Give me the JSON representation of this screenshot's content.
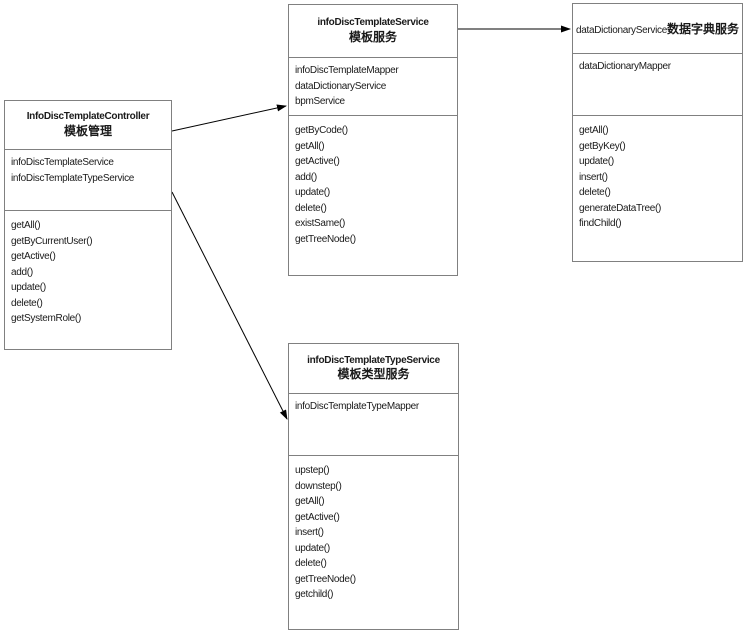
{
  "colors": {
    "background": "#ffffff",
    "box_border": "#808080",
    "arrow": "#000000",
    "text": "#1a1a1a"
  },
  "classes": [
    {
      "name": "InfoDiscTemplateController",
      "name_cn": "模板管理",
      "attributes": [
        "infoDiscTemplateService",
        "infoDiscTemplateTypeService"
      ],
      "methods": [
        "getAll()",
        "getByCurrentUser()",
        "getActive()",
        "add()",
        "update()",
        "delete()",
        "getSystemRole()"
      ]
    },
    {
      "name": "infoDiscTemplateService",
      "name_cn": "模板服务",
      "attributes": [
        "infoDiscTemplateMapper",
        "dataDictionaryService",
        "bpmService"
      ],
      "methods": [
        "getByCode()",
        "getAll()",
        "getActive()",
        "add()",
        "update()",
        "delete()",
        "existSame()",
        "getTreeNode()"
      ]
    },
    {
      "name": "dataDictionaryService",
      "name_cn": "数据字典服务",
      "attributes": [
        "dataDictionaryMapper"
      ],
      "methods": [
        "getAll()",
        "getByKey()",
        "update()",
        "insert()",
        "delete()",
        "generateDataTree()",
        "findChild()"
      ]
    },
    {
      "name": "infoDiscTemplateTypeService",
      "name_cn": "模板类型服务",
      "attributes": [
        "infoDiscTemplateTypeMapper"
      ],
      "methods": [
        "upstep()",
        "downstep()",
        "getAll()",
        "getActive()",
        "insert()",
        "update()",
        "delete()",
        "getTreeNode()",
        "getchild()"
      ]
    }
  ],
  "relations": [
    {
      "from": "InfoDiscTemplateController",
      "to": "infoDiscTemplateService"
    },
    {
      "from": "infoDiscTemplateService",
      "to": "dataDictionaryService"
    },
    {
      "from": "InfoDiscTemplateController",
      "to": "infoDiscTemplateTypeService"
    }
  ]
}
